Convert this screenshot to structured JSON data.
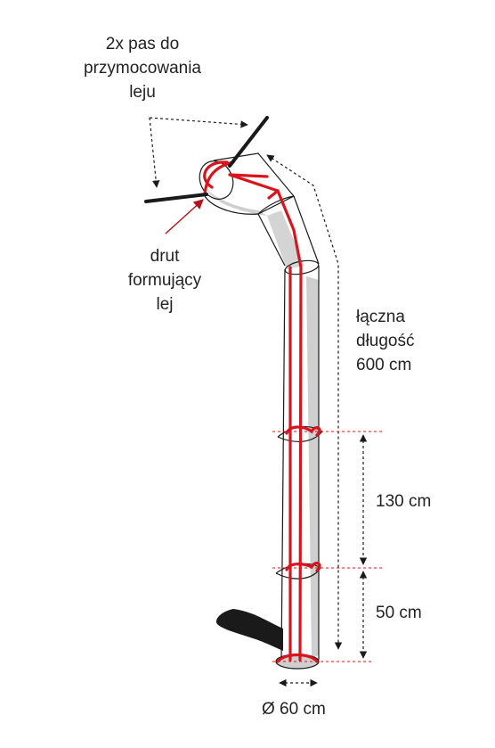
{
  "labels": {
    "straps": [
      "2x pas do",
      "przymocowania",
      "leju"
    ],
    "wire": [
      "drut",
      "formujący",
      "lej"
    ],
    "total_length": [
      "łączna",
      "długość",
      "600 cm"
    ],
    "segment_upper": "130 cm",
    "segment_lower": "50 cm",
    "diameter": "Ø 60 cm"
  },
  "colors": {
    "tube_outline": "#1a1a1a",
    "tube_shadow": "#cfcfcf",
    "wire": "#d9141c",
    "dimension": "#1a1a1a",
    "red_guide": "#d9141c"
  },
  "icons": {
    "arrow": "dashed-arrow-icon",
    "wire_arrow": "red-arrow-icon"
  }
}
